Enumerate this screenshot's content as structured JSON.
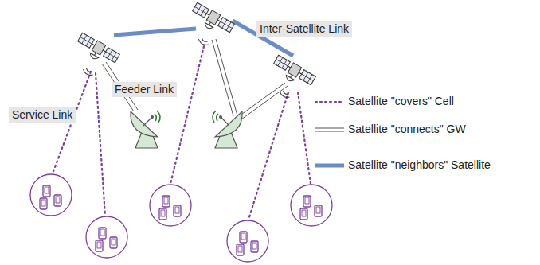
{
  "diagram": {
    "labels": [
      "Inter-Satellite Link",
      "Feeder Link",
      "Service Link"
    ],
    "legend": [
      {
        "text": "Satellite \"covers\" Cell"
      },
      {
        "text": "Satellite \"connects\" GW"
      },
      {
        "text": "Satellite \"neighbors\" Satellite"
      }
    ]
  }
}
